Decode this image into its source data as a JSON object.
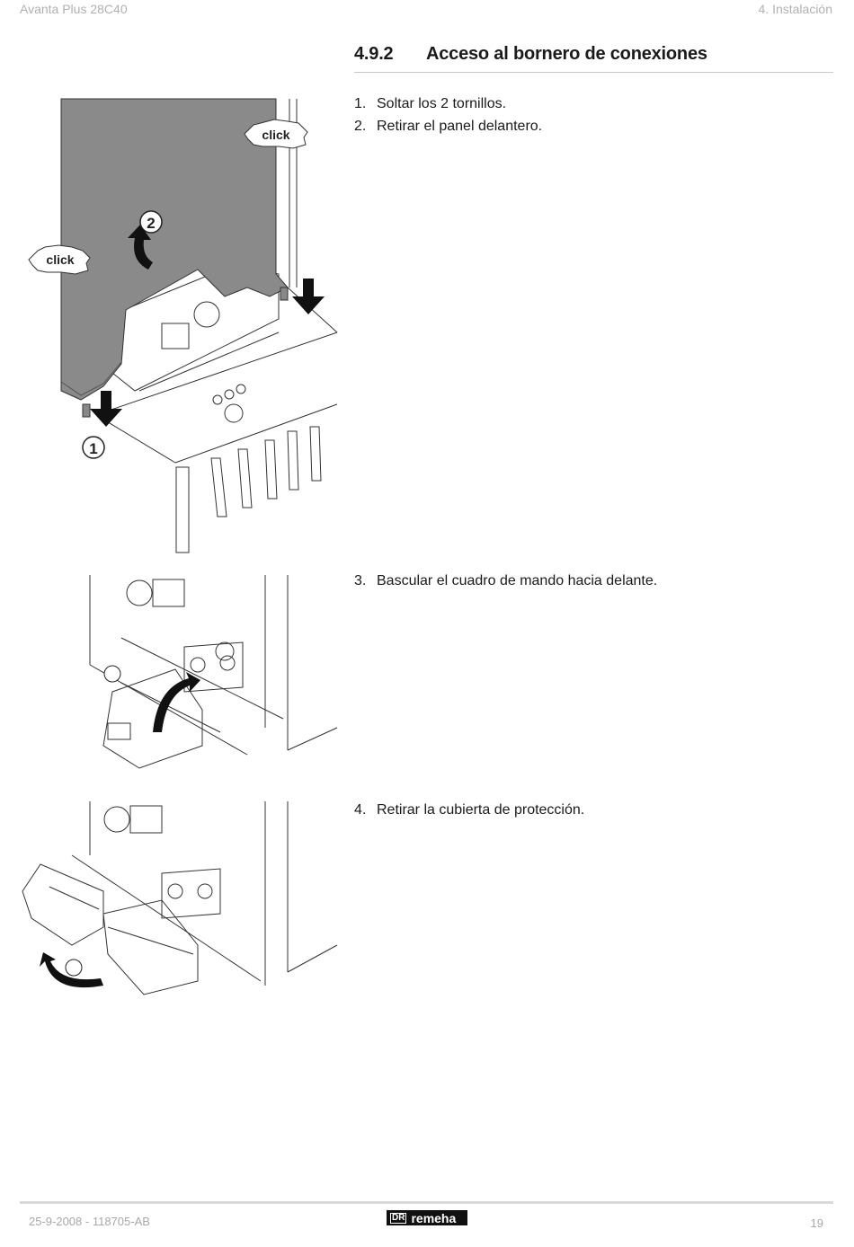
{
  "header": {
    "left": "Avanta Plus 28C40",
    "right": "4.  Instalación"
  },
  "section": {
    "number": "4.9.2",
    "title": "Acceso al bornero de conexiones"
  },
  "steps": [
    {
      "num": "1.",
      "text": "Soltar los 2 tornillos."
    },
    {
      "num": "2.",
      "text": "Retirar el panel delantero."
    },
    {
      "num": "3.",
      "text": "Bascular el cuadro de mando hacia delante."
    },
    {
      "num": "4.",
      "text": "Retirar la cubierta de protección."
    }
  ],
  "figure1": {
    "click_top": "click",
    "click_left": "click",
    "callout_1": "1",
    "callout_2": "2"
  },
  "footer": {
    "date_ref": "25-9-2008  - 118705-AB",
    "page": "19",
    "logo_mark": "DR",
    "logo_text": "remeha"
  },
  "colors": {
    "panel_grey": "#8a8a8a",
    "line": "#333333",
    "arrow": "#111111",
    "rule": "#d9d9d9"
  }
}
